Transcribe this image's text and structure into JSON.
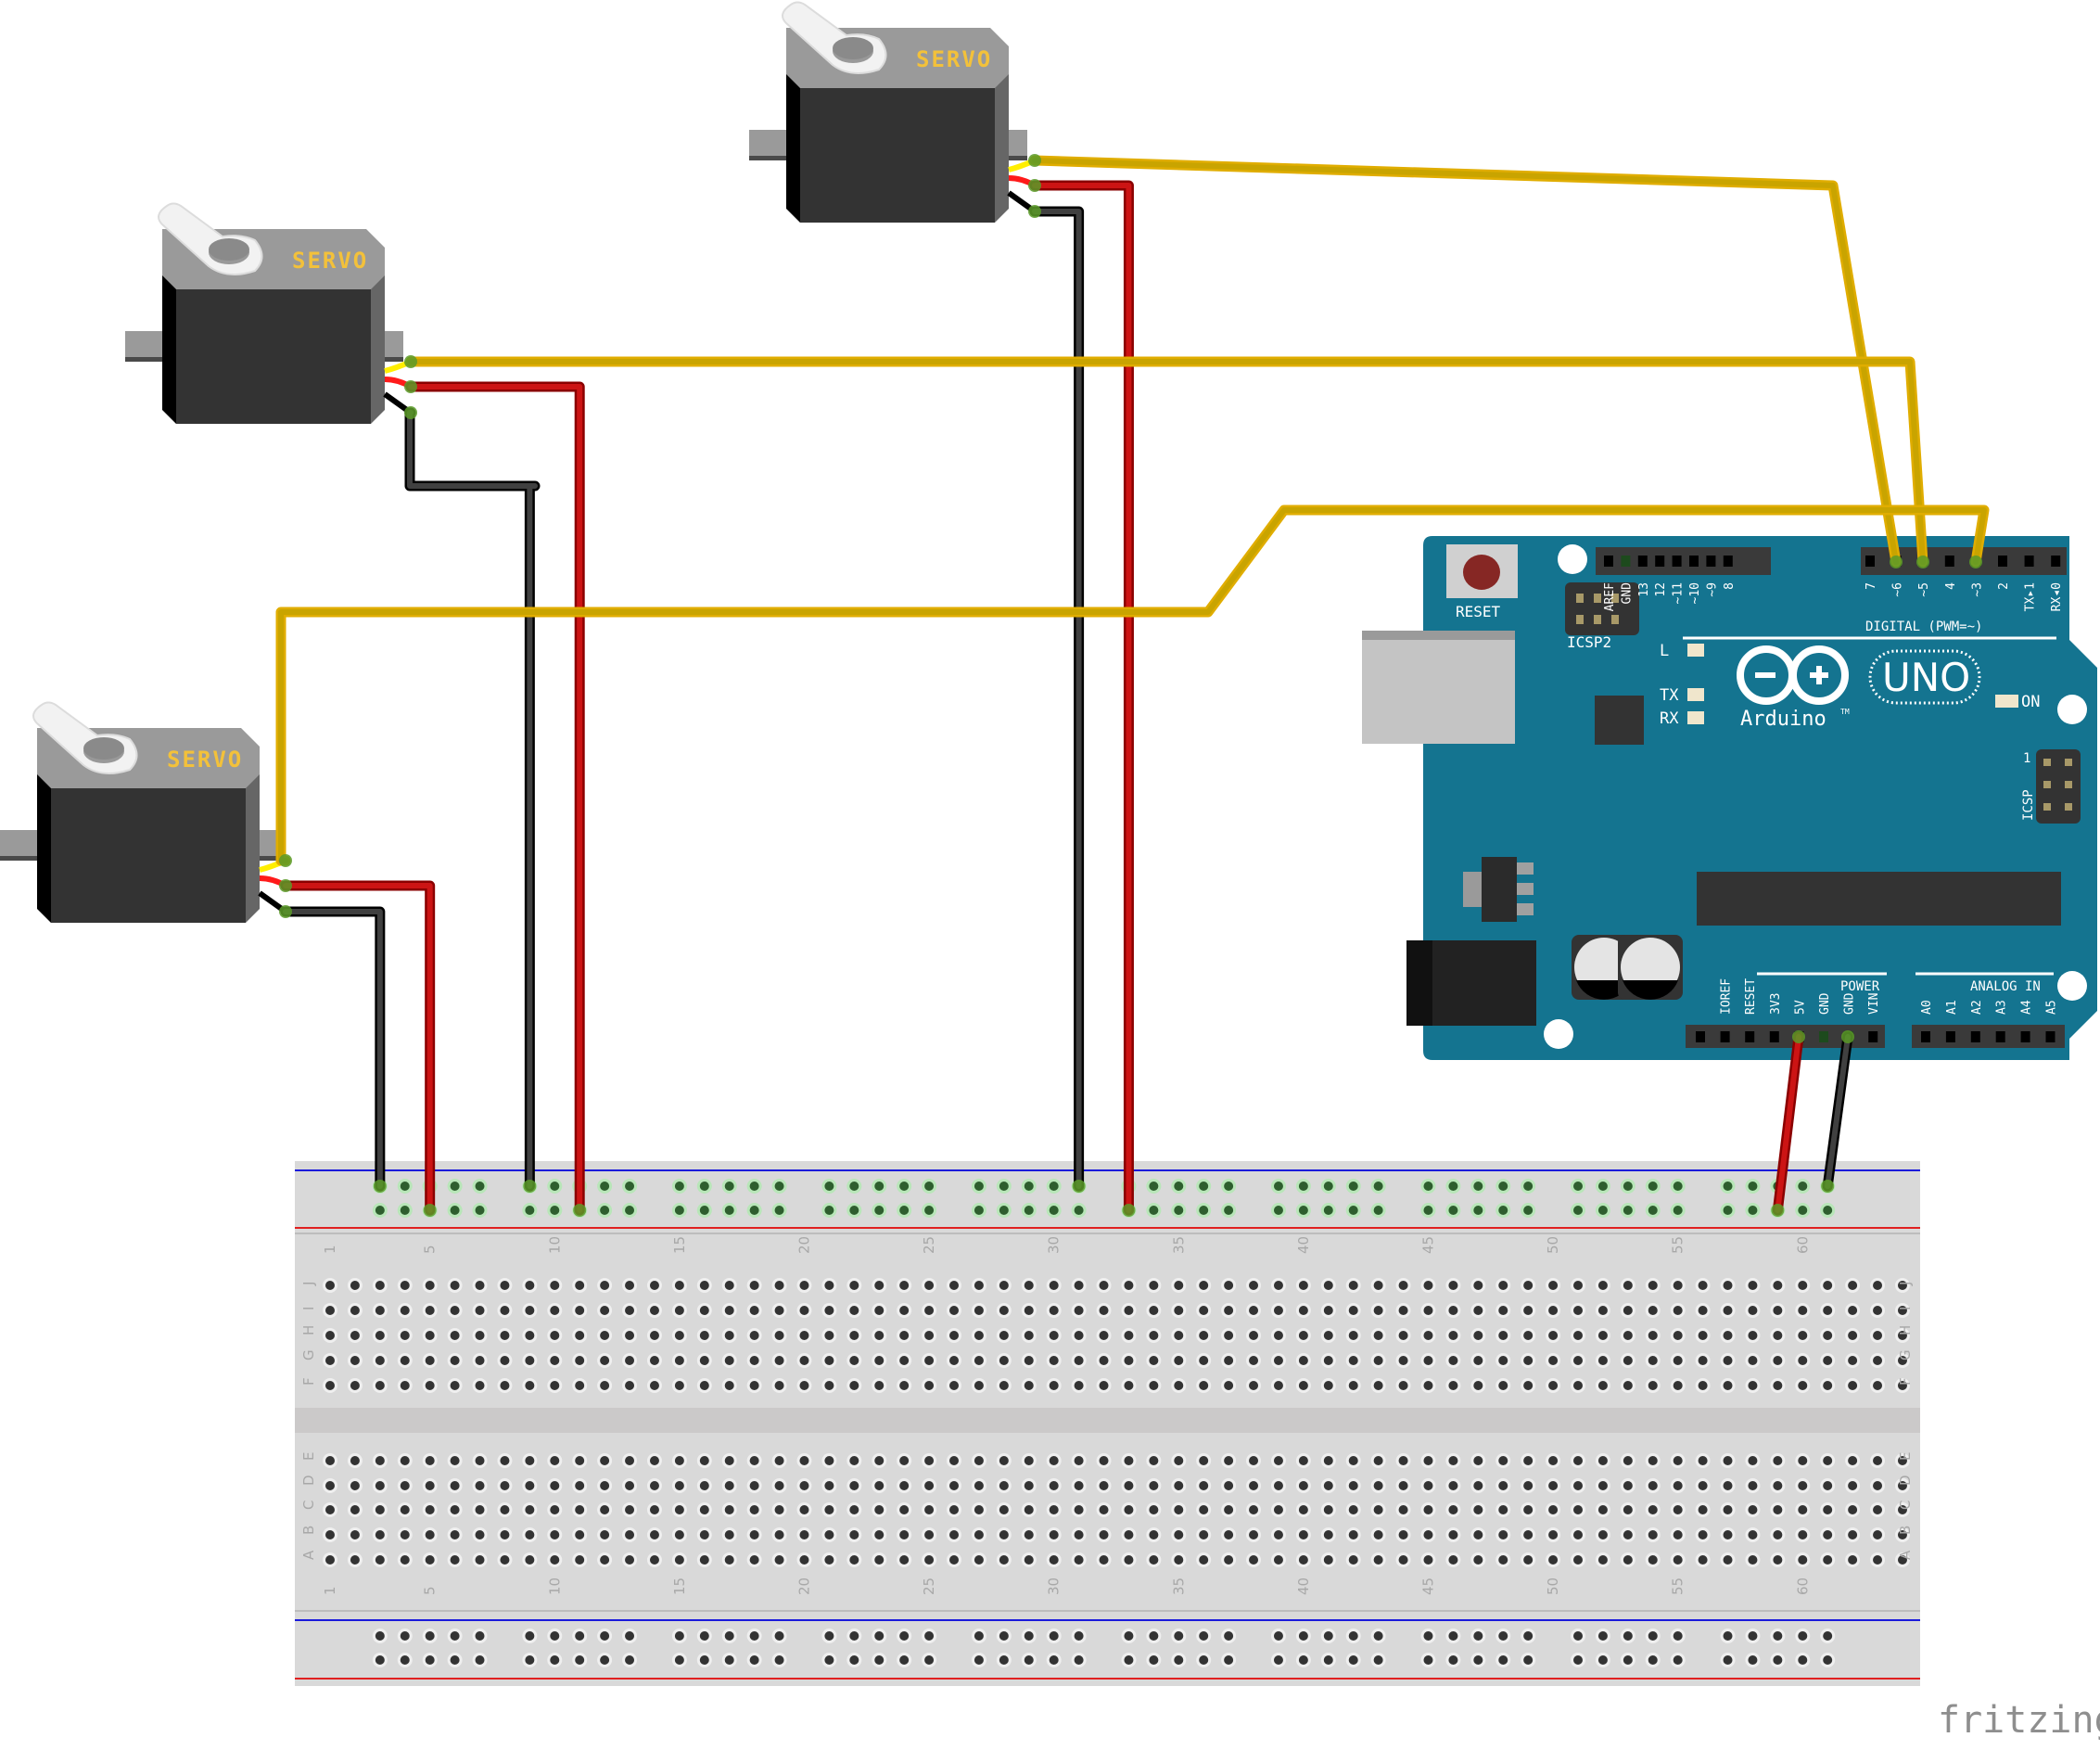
{
  "title": "Three servos wired to Arduino Uno via breadboard",
  "watermark": "fritzing",
  "colors": {
    "signal_wire": "#c9a400",
    "signal_wire_outline": "#e0ad00",
    "power_wire": "#cc1414",
    "ground_wire": "#404040",
    "arduino_board": "#147490",
    "breadboard": "#d9d9d9",
    "servo_body": "#333333",
    "servo_top": "#9a9a9a",
    "servo_label": "#f3c13a",
    "rail_blue": "#1a1adb",
    "rail_red": "#e02020"
  },
  "servos": [
    {
      "id": "servo-top",
      "label": "SERVO",
      "signal_pin": "~6",
      "power_rail_col": 33,
      "ground_rail_col": 31
    },
    {
      "id": "servo-middle",
      "label": "SERVO",
      "signal_pin": "~5",
      "power_rail_col": 11,
      "ground_rail_col": 9
    },
    {
      "id": "servo-bottom",
      "label": "SERVO",
      "signal_pin": "~3",
      "power_rail_col": 5,
      "ground_rail_col": 3
    }
  ],
  "arduino": {
    "model": "UNO",
    "brand": "Arduino",
    "trademark": "TM",
    "reset_label": "RESET",
    "icsp2_label": "ICSP2",
    "icsp_label": "ICSP",
    "icsp_pin1": "1",
    "digital_section_label": "DIGITAL (PWM=~)",
    "power_section_label": "POWER",
    "analog_section_label": "ANALOG IN",
    "led_labels": {
      "l": "L",
      "tx": "TX",
      "rx": "RX",
      "on": "ON"
    },
    "digital_header_left": [
      "AREF",
      "GND",
      "13",
      "12",
      "~11",
      "~10",
      "~9",
      "8"
    ],
    "digital_header_right": [
      "7",
      "~6",
      "~5",
      "4",
      "~3",
      "2",
      "TX▸1",
      "RX◂0"
    ],
    "power_header": [
      "IOREF",
      "RESET",
      "3V3",
      "5V",
      "GND",
      "GND",
      "VIN"
    ],
    "analog_header": [
      "A0",
      "A1",
      "A2",
      "A3",
      "A4",
      "A5"
    ]
  },
  "power_wires": [
    {
      "from": "5V",
      "to_rail": "power",
      "rail_col": 59,
      "color": "red"
    },
    {
      "from": "GND",
      "to_rail": "ground",
      "rail_col": 61,
      "color": "black"
    }
  ],
  "breadboard": {
    "columns": 64,
    "column_labels": [
      "1",
      "5",
      "10",
      "15",
      "20",
      "25",
      "30",
      "35",
      "40",
      "45",
      "50",
      "55",
      "60"
    ],
    "upper_rows": [
      "J",
      "I",
      "H",
      "G",
      "F"
    ],
    "lower_rows": [
      "E",
      "D",
      "C",
      "B",
      "A"
    ]
  }
}
